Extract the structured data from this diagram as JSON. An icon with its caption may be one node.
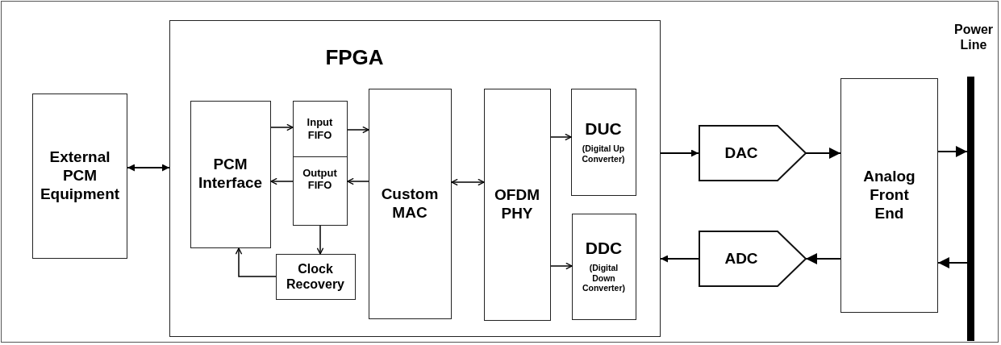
{
  "diagram": {
    "nodes": [
      {
        "text": [
          "External PCM Equipment"
        ]
      },
      {
        "text": [
          "FPGA"
        ]
      },
      {
        "text": [
          "PCM Interface"
        ],
        "in": 1
      },
      {
        "text": [
          "Input FIFO"
        ],
        "in": 1
      },
      {
        "text": [
          "Output FIFO"
        ],
        "in": 1
      },
      {
        "text": [
          "Clock Recovery"
        ],
        "in": 1
      },
      {
        "text": [
          "Custom MAC"
        ],
        "in": 1
      },
      {
        "text": [
          "OFDM PHY"
        ],
        "in": 1
      },
      {
        "text": [
          "DUC",
          "(Digital Up Converter)"
        ],
        "in": 1
      },
      {
        "text": [
          "DDC",
          "(Digital Down Converter)"
        ],
        "in": 1
      },
      {
        "text": [
          "DAC"
        ]
      },
      {
        "text": [
          "ADC"
        ]
      },
      {
        "text": [
          "Analog Front End"
        ]
      },
      {
        "text": [
          "Power Line"
        ]
      }
    ],
    "edges": [
      {
        "from": 0,
        "to": 1,
        "arrow": "both"
      },
      {
        "from": 2,
        "to": 3,
        "arrow": "to"
      },
      {
        "from": 3,
        "to": 6,
        "arrow": "to"
      },
      {
        "from": 6,
        "to": 4,
        "arrow": "to"
      },
      {
        "from": 4,
        "to": 2,
        "arrow": "to"
      },
      {
        "from": 4,
        "to": 5,
        "arrow": "to"
      },
      {
        "from": 5,
        "to": 2,
        "arrow": "to"
      },
      {
        "from": 6,
        "to": 7,
        "arrow": "both"
      },
      {
        "from": 7,
        "to": 8,
        "arrow": "to"
      },
      {
        "from": 7,
        "to": 9,
        "arrow": "to"
      },
      {
        "from": 1,
        "to": 10,
        "arrow": "to"
      },
      {
        "from": 11,
        "to": 1,
        "arrow": "to"
      },
      {
        "from": 10,
        "to": 12,
        "arrow": "to"
      },
      {
        "from": 12,
        "to": 11,
        "arrow": "to"
      },
      {
        "from": 12,
        "to": 13,
        "arrow": "to"
      },
      {
        "from": 13,
        "to": 12,
        "arrow": "to"
      }
    ]
  }
}
